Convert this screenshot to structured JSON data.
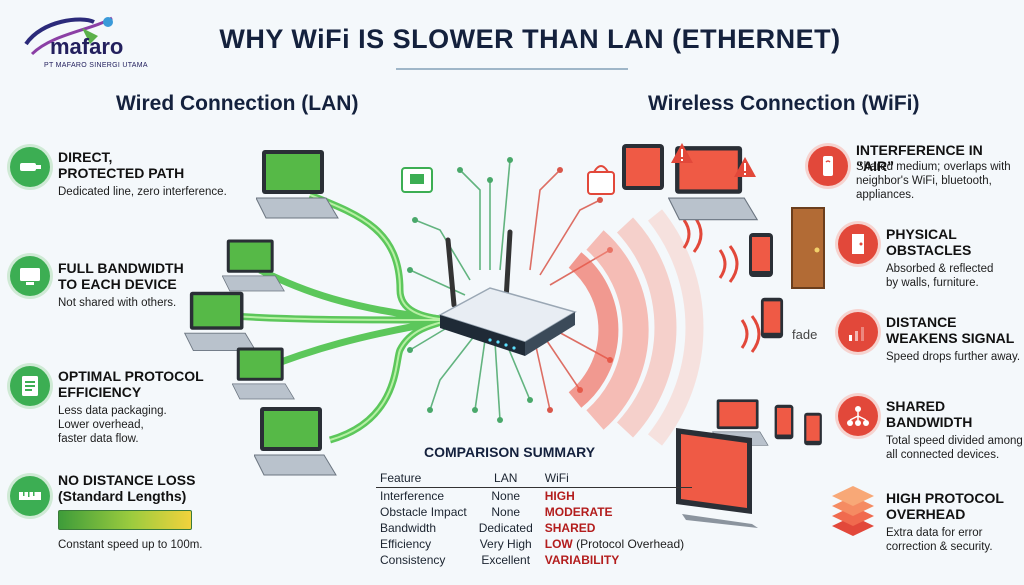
{
  "brand": {
    "name": "mafaro",
    "subtitle": "PT MAFARO SINERGI UTAMA"
  },
  "title": "WHY WiFi IS SLOWER THAN LAN (ETHERNET)",
  "lan": {
    "title": "Wired Connection (LAN)",
    "features": [
      {
        "heading_line1": "DIRECT,",
        "heading_line2": "PROTECTED PATH",
        "desc_line1": "Dedicated line, zero interference.",
        "desc_line2": "",
        "desc_line3": "",
        "icon": "cable-plug-icon"
      },
      {
        "heading_line1": "FULL BANDWIDTH",
        "heading_line2": "TO EACH DEVICE",
        "desc_line1": "Not shared with others.",
        "desc_line2": "",
        "desc_line3": "",
        "icon": "monitor-icon"
      },
      {
        "heading_line1": "OPTIMAL PROTOCOL",
        "heading_line2": "EFFICIENCY",
        "desc_line1": "Less data packaging.",
        "desc_line2": "Lower overhead,",
        "desc_line3": "faster data flow.",
        "icon": "document-list-icon"
      },
      {
        "heading_line1": "NO DISTANCE LOSS",
        "heading_line2": "(Standard Lengths)",
        "desc_line1": "Constant speed up to 100m.",
        "desc_line2": "",
        "desc_line3": "",
        "icon": "ruler-icon"
      }
    ]
  },
  "wifi": {
    "title": "Wireless Connection (WiFi)",
    "features": [
      {
        "heading_line1": "INTERFERENCE IN “AIR”",
        "heading_line2": "",
        "desc_line1": "Shared medium; overlaps with",
        "desc_line2": "neighbor's WiFi, bluetooth,",
        "desc_line3": "appliances.",
        "icon": "phone-bluetooth-icon"
      },
      {
        "heading_line1": "PHYSICAL",
        "heading_line2": "OBSTACLES",
        "desc_line1": "Absorbed & reflected",
        "desc_line2": "by walls, furniture.",
        "desc_line3": "",
        "icon": "door-icon"
      },
      {
        "heading_line1": "DISTANCE",
        "heading_line2": "WEAKENS SIGNAL",
        "desc_line1": "Speed drops further away.",
        "desc_line2": "",
        "desc_line3": "",
        "icon": "weak-signal-icon"
      },
      {
        "heading_line1": "SHARED",
        "heading_line2": "BANDWIDTH",
        "desc_line1": "Total speed divided among",
        "desc_line2": "all connected devices.",
        "desc_line3": "",
        "icon": "network-tree-icon"
      },
      {
        "heading_line1": "HIGH PROTOCOL",
        "heading_line2": "OVERHEAD",
        "desc_line1": "Extra data for error",
        "desc_line2": "correction & security.",
        "desc_line3": "",
        "icon": "stacked-layers-icon"
      }
    ],
    "fade_label": "fade"
  },
  "comparison": {
    "title": "COMPARISON SUMMARY",
    "headers": [
      "Feature",
      "LAN",
      "WiFi"
    ],
    "rows": [
      {
        "feature": "Interference",
        "lan": "None",
        "wifi": "HIGH",
        "wifi_note": ""
      },
      {
        "feature": "Obstacle Impact",
        "lan": "None",
        "wifi": "MODERATE",
        "wifi_note": ""
      },
      {
        "feature": "Bandwidth",
        "lan": "Dedicated",
        "wifi": "SHARED",
        "wifi_note": ""
      },
      {
        "feature": "Efficiency",
        "lan": "Very High",
        "wifi": "LOW",
        "wifi_note": "(Protocol Overhead)"
      },
      {
        "feature": "Consistency",
        "lan": "Excellent",
        "wifi": "VARIABILITY",
        "wifi_note": ""
      }
    ]
  },
  "colors": {
    "lan_accent": "#3cae53",
    "wifi_accent": "#e2483a",
    "title": "#14213d"
  }
}
